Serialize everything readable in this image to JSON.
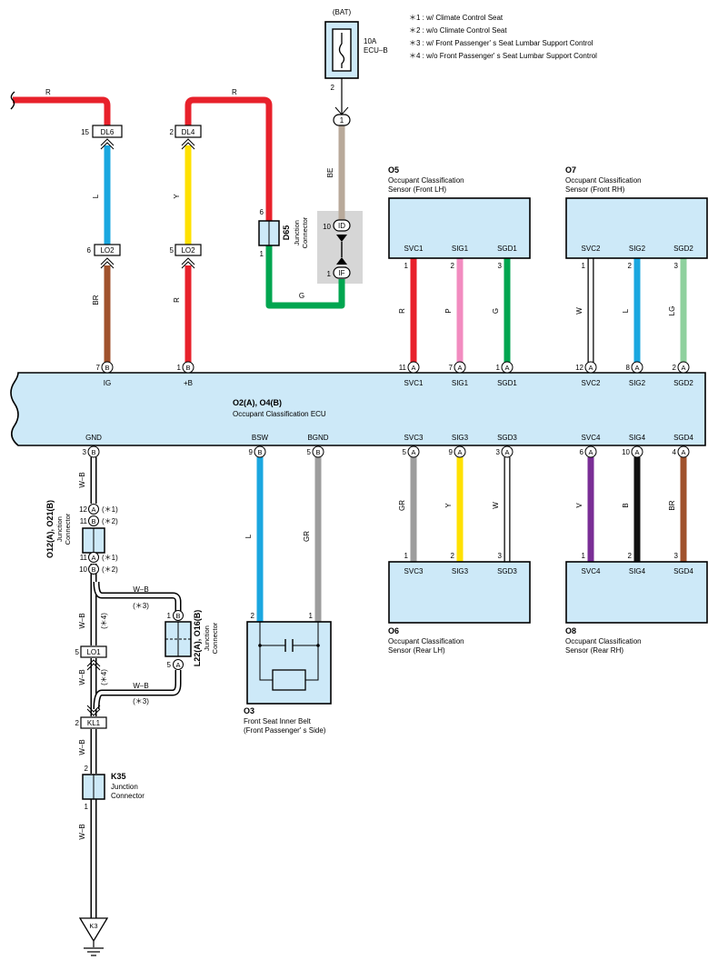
{
  "notes": [
    "＊1 : w/ Climate Control Seat",
    "＊2 : w/o Climate Control Seat",
    "＊3 : w/ Front Passenger' s Seat Lumbar Support Control",
    "＊4 : w/o Front Passenger' s Seat Lumbar Support Control"
  ],
  "bat": {
    "label": "(BAT)",
    "fuse": "10A",
    "fuse_name": "ECU–B",
    "pin": "2"
  },
  "colors": {
    "R": "#e8212b",
    "L": "#1aa7e0",
    "Y": "#ffe100",
    "G": "#00a650",
    "BR": "#a0522d",
    "BE": "#b8a99a",
    "P": "#f28cc0",
    "W": "#ffffff",
    "LG": "#8fd19e",
    "GR": "#9d9d9d",
    "V": "#7a2e96",
    "B": "#111111",
    "WB": "#ffffff",
    "box_fill": "#cde9f8",
    "shade": "#d6d6d6"
  },
  "wires": {
    "R_top": "R",
    "L": "L",
    "Y": "Y",
    "BR": "BR",
    "R_mid": "R",
    "R_right": "R",
    "BE": "BE",
    "G": "G",
    "svc1": "R",
    "sig1": "P",
    "sgd1": "G",
    "svc2": "W",
    "sig2": "L",
    "sgd2": "LG",
    "bsw": "L",
    "bgnd": "GR",
    "svc3": "GR",
    "sig3": "Y",
    "sgd3": "W",
    "svc4": "V",
    "sig4": "B",
    "sgd4": "BR",
    "wb1": "W–B",
    "wb2": "W–B",
    "wb3": "W–B",
    "wb4": "W–B",
    "wb5": "W–B",
    "wb6": "W–B"
  },
  "connectors": {
    "dl6": {
      "name": "DL6",
      "pin": "15"
    },
    "dl4": {
      "name": "DL4",
      "pin": "2"
    },
    "lo2a": {
      "name": "LO2",
      "pin": "6"
    },
    "lo2b": {
      "name": "LO2",
      "pin": "5"
    },
    "lo1": {
      "name": "LO1",
      "pin": "5"
    },
    "kl1": {
      "name": "KL1",
      "pin": "2"
    },
    "id": {
      "name": "ID",
      "pin": "10"
    },
    "if": {
      "name": "IF",
      "pin": "1"
    },
    "bat1": {
      "name": "1"
    }
  },
  "d65": {
    "id": "D65",
    "desc1": "Junction",
    "desc2": "Connector",
    "pin_top": "6",
    "pin_bot": "1"
  },
  "ecu": {
    "title": "O2(A), O4(B)",
    "name": "Occupant Classification ECU",
    "top_pins": [
      {
        "num": "7",
        "letter": "B",
        "label": "IG"
      },
      {
        "num": "1",
        "letter": "B",
        "label": "+B"
      },
      {
        "num": "11",
        "letter": "A",
        "label": "SVC1"
      },
      {
        "num": "7",
        "letter": "A",
        "label": "SIG1"
      },
      {
        "num": "1",
        "letter": "A",
        "label": "SGD1"
      },
      {
        "num": "12",
        "letter": "A",
        "label": "SVC2"
      },
      {
        "num": "8",
        "letter": "A",
        "label": "SIG2"
      },
      {
        "num": "2",
        "letter": "A",
        "label": "SGD2"
      }
    ],
    "bottom_pins": [
      {
        "num": "3",
        "letter": "B",
        "label": "GND"
      },
      {
        "num": "9",
        "letter": "B",
        "label": "BSW"
      },
      {
        "num": "5",
        "letter": "B",
        "label": "BGND"
      },
      {
        "num": "5",
        "letter": "A",
        "label": "SVC3"
      },
      {
        "num": "9",
        "letter": "A",
        "label": "SIG3"
      },
      {
        "num": "3",
        "letter": "A",
        "label": "SGD3"
      },
      {
        "num": "6",
        "letter": "A",
        "label": "SVC4"
      },
      {
        "num": "10",
        "letter": "A",
        "label": "SIG4"
      },
      {
        "num": "4",
        "letter": "A",
        "label": "SGD4"
      }
    ]
  },
  "sensors": {
    "o5": {
      "id": "O5",
      "l1": "Occupant Classification",
      "l2": "Sensor (Front LH)",
      "pins": [
        [
          "1",
          "SVC1"
        ],
        [
          "2",
          "SIG1"
        ],
        [
          "3",
          "SGD1"
        ]
      ]
    },
    "o7": {
      "id": "O7",
      "l1": "Occupant Classification",
      "l2": "Sensor (Front RH)",
      "pins": [
        [
          "1",
          "SVC2"
        ],
        [
          "2",
          "SIG2"
        ],
        [
          "3",
          "SGD2"
        ]
      ]
    },
    "o6": {
      "id": "O6",
      "l1": "Occupant Classification",
      "l2": "Sensor (Rear LH)",
      "pins": [
        [
          "1",
          "SVC3"
        ],
        [
          "2",
          "SIG3"
        ],
        [
          "3",
          "SGD3"
        ]
      ]
    },
    "o8": {
      "id": "O8",
      "l1": "Occupant Classification",
      "l2": "Sensor (Rear RH)",
      "pins": [
        [
          "1",
          "SVC4"
        ],
        [
          "2",
          "SIG4"
        ],
        [
          "3",
          "SGD4"
        ]
      ]
    }
  },
  "o3": {
    "id": "O3",
    "l1": "Front Seat Inner Belt",
    "l2": "(Front Passenger' s Side)",
    "pin_l": "2",
    "pin_r": "1"
  },
  "o12": {
    "id": "O12(A), O21(B)",
    "desc1": "Junction",
    "desc2": "Connector",
    "pins": [
      {
        "num": "12",
        "letter": "A",
        "note": "(＊1)"
      },
      {
        "num": "11",
        "letter": "B",
        "note": "(＊2)"
      },
      {
        "num": "11",
        "letter": "A",
        "note": "(＊1)"
      },
      {
        "num": "10",
        "letter": "B",
        "note": "(＊2)"
      }
    ]
  },
  "l22": {
    "id": "L22(A), O16(B)",
    "desc1": "Junction",
    "desc2": "Connector",
    "pins": [
      {
        "num": "1",
        "letter": "B"
      },
      {
        "num": "5",
        "letter": "A"
      }
    ]
  },
  "marks": {
    "m3a": "(＊3)",
    "m3b": "(＊3)",
    "m4a": "(＊4)",
    "m4b": "(＊4)"
  },
  "k35": {
    "id": "K35",
    "desc1": "Junction",
    "desc2": "Connector",
    "pin_top": "2",
    "pin_bot": "1"
  },
  "ground": {
    "id": "K3"
  }
}
